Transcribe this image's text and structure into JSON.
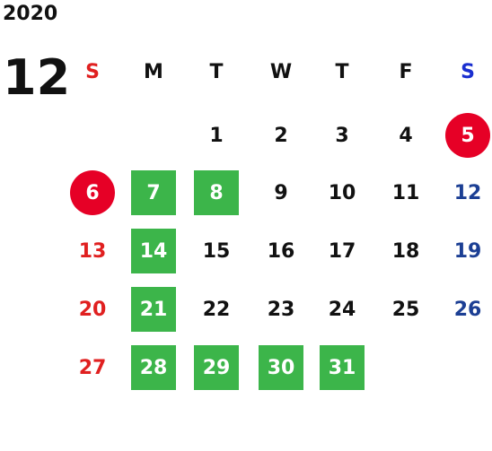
{
  "header": {
    "year": "2020",
    "month": "12"
  },
  "weekdays": [
    {
      "label": "S",
      "color": "#e02020"
    },
    {
      "label": "M",
      "color": "#111111"
    },
    {
      "label": "T",
      "color": "#111111"
    },
    {
      "label": "W",
      "color": "#111111"
    },
    {
      "label": "T",
      "color": "#111111"
    },
    {
      "label": "F",
      "color": "#111111"
    },
    {
      "label": "S",
      "color": "#1a2fd0"
    }
  ],
  "colors": {
    "green": "#3cb54a",
    "holiday": "#e60026",
    "sunday": "#e02020",
    "saturday": "#1c3f94"
  },
  "weeks": [
    [
      null,
      null,
      {
        "d": "1"
      },
      {
        "d": "2"
      },
      {
        "d": "3"
      },
      {
        "d": "4"
      },
      {
        "d": "5",
        "style": "red-circle"
      }
    ],
    [
      {
        "d": "6",
        "style": "red-circle"
      },
      {
        "d": "7",
        "style": "green"
      },
      {
        "d": "8",
        "style": "green"
      },
      {
        "d": "9"
      },
      {
        "d": "10"
      },
      {
        "d": "11"
      },
      {
        "d": "12"
      }
    ],
    [
      {
        "d": "13"
      },
      {
        "d": "14",
        "style": "green"
      },
      {
        "d": "15"
      },
      {
        "d": "16"
      },
      {
        "d": "17"
      },
      {
        "d": "18"
      },
      {
        "d": "19"
      }
    ],
    [
      {
        "d": "20"
      },
      {
        "d": "21",
        "style": "green"
      },
      {
        "d": "22"
      },
      {
        "d": "23"
      },
      {
        "d": "24"
      },
      {
        "d": "25"
      },
      {
        "d": "26"
      }
    ],
    [
      {
        "d": "27"
      },
      {
        "d": "28",
        "style": "green"
      },
      {
        "d": "29",
        "style": "green"
      },
      {
        "d": "30",
        "style": "green"
      },
      {
        "d": "31",
        "style": "green"
      },
      null,
      null
    ]
  ]
}
